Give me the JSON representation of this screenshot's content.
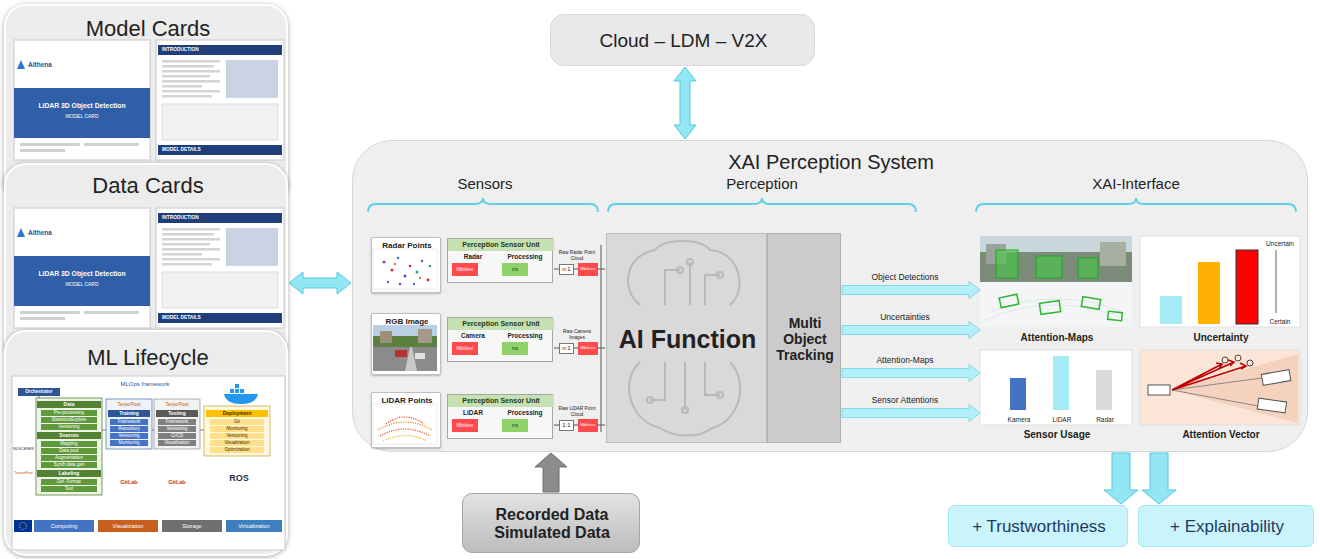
{
  "diagram": {
    "nodes": [
      {
        "text": [
          "Model Cards"
        ]
      },
      {
        "text": [
          "Data Cards"
        ]
      },
      {
        "text": [
          "ML Lifecycle"
        ]
      },
      {
        "text": [
          "Cloud – LDM – V2X"
        ]
      },
      {
        "text": [
          "XAI Perception System"
        ]
      },
      {
        "text": [
          "Radar Points"
        ],
        "in": 4
      },
      {
        "text": [
          "Perception Sensor Unit",
          "Radar",
          "Processing"
        ],
        "in": 4
      },
      {
        "text": [
          "RGB Image"
        ],
        "in": 4
      },
      {
        "text": [
          "Perception Sensor Unit",
          "Camera",
          "Processing"
        ],
        "in": 4
      },
      {
        "text": [
          "LiDAR Points"
        ],
        "in": 4
      },
      {
        "text": [
          "Perception Sensor Unit",
          "LiDAR",
          "Processing"
        ],
        "in": 4
      },
      {
        "text": [
          "AI Function"
        ],
        "in": 4
      },
      {
        "text": [
          "Multi Object Tracking"
        ],
        "in": 4
      },
      {
        "text": [
          "Attention-Maps"
        ],
        "in": 4
      },
      {
        "text": [
          "Uncertain",
          "Certain",
          "Uncertainty"
        ],
        "in": 4
      },
      {
        "text": [
          "Kamera",
          "LiDAR",
          "Radar",
          "Sensor Usage"
        ],
        "in": 4
      },
      {
        "text": [
          "Attention Vector"
        ],
        "in": 4
      },
      {
        "text": [
          "Recorded Data Simulated Data"
        ]
      },
      {
        "text": [
          "+ Trustworthiness"
        ]
      },
      {
        "text": [
          "+ Explainability"
        ]
      }
    ],
    "edges": [
      {
        "from": 3,
        "to": 4,
        "arrow": "both"
      },
      {
        "from": 1,
        "to": 4,
        "arrow": "both"
      },
      {
        "from": 17,
        "to": 4,
        "arrow": "to"
      },
      {
        "from": 6,
        "to": 11,
        "label": "Raw Radar Point Cloud",
        "arrow": "none"
      },
      {
        "from": 8,
        "to": 11,
        "label": "Raw Camera Images",
        "arrow": "none"
      },
      {
        "from": 10,
        "to": 11,
        "label": "Raw LiDAR Point Cloud",
        "arrow": "none"
      },
      {
        "from": 12,
        "to": 13,
        "label": "Object Detections",
        "arrow": "to"
      },
      {
        "from": 12,
        "to": 13,
        "label": "Uncertainties",
        "arrow": "to"
      },
      {
        "from": 12,
        "to": 15,
        "label": "Attention-Maps",
        "arrow": "to"
      },
      {
        "from": 12,
        "to": 15,
        "label": "Sensor Attentions",
        "arrow": "to"
      },
      {
        "from": 4,
        "to": 18,
        "arrow": "to"
      },
      {
        "from": 4,
        "to": 19,
        "arrow": "to"
      }
    ],
    "labels": [
      "Sensors",
      "Perception",
      "XAI-Interface",
      "Mbit/sec",
      "ms",
      "n:1",
      "Mbit/sec",
      "Mbit/sec",
      "ms",
      "n:1",
      "Mbit/sec",
      "Mbit/sec",
      "ms",
      "1:1",
      "Mbit/sec",
      "AIthena",
      "LiDAR 3D Object Detection",
      "MODEL CARD",
      "INTRODUCTION",
      "MODEL DETAILS",
      "AIthena",
      "LiDAR 3D Object Detection",
      "MODEL CARD",
      "INTRODUCTION",
      "MODEL DETAILS",
      "MLOps framework",
      "Orchestrator",
      "Data",
      "Pre-processing",
      "Statistics/Explore",
      "Versioning",
      "Sources",
      "Mapping",
      "Data pool",
      "Augmentation",
      "Synth data gen",
      "Labeling",
      "Def. Format",
      "Tool",
      "NUSCENES",
      "TensorFlow",
      "TensorFlow",
      "Training",
      "Framework",
      "Repository",
      "Versioning",
      "Monitoring",
      "TensorFlow",
      "Testing",
      "Framework",
      "Versioning",
      "CI/CD",
      "Visualization",
      "Deployment",
      "Git",
      "Monitoring",
      "Versioning",
      "Visualization",
      "Optimization",
      "GitLab",
      "GitLab",
      "ROS",
      "Computing",
      "Visualization",
      "Storage",
      "Virtualization"
    ]
  }
}
